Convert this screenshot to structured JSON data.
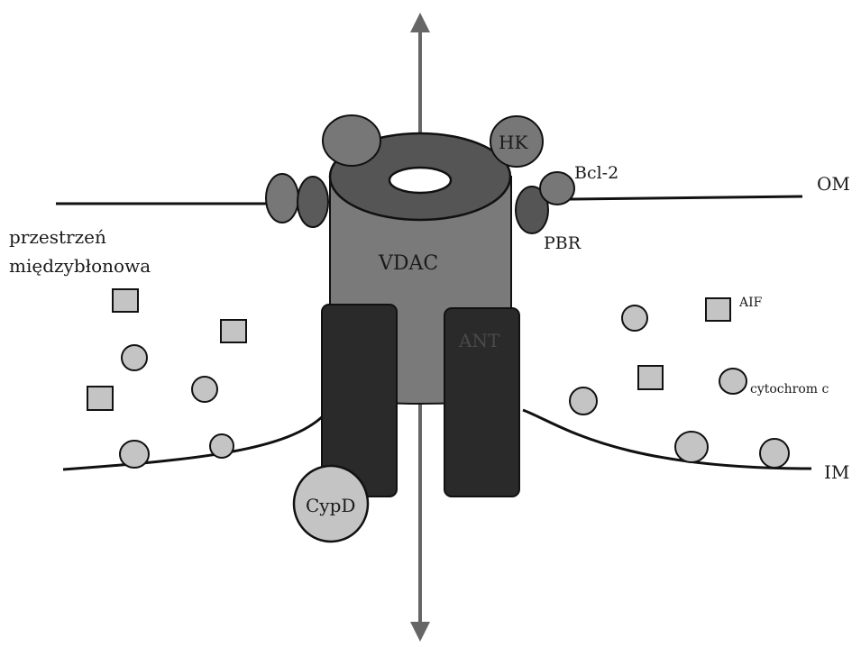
{
  "labels": {
    "om": "OM",
    "im": "IM",
    "ims_line1": "przestrzeń",
    "ims_line2": "międzybłonowa",
    "vdac": "VDAC",
    "hk": "HK",
    "bcl2": "Bcl-2",
    "pbr": "PBR",
    "ant": "ANT",
    "cypd": "CypD",
    "aif": "AIF",
    "cytochrom": "cytochrom c"
  },
  "colors": {
    "background": "#ffffff",
    "membrane_line": "#111111",
    "vdac_body": "#7a7a7a",
    "vdac_top": "#555555",
    "ant": "#2a2a2a",
    "protein_dark": "#5a5a5a",
    "protein_mid": "#777777",
    "particle": "#c4c4c4",
    "arrow": "#666666"
  }
}
